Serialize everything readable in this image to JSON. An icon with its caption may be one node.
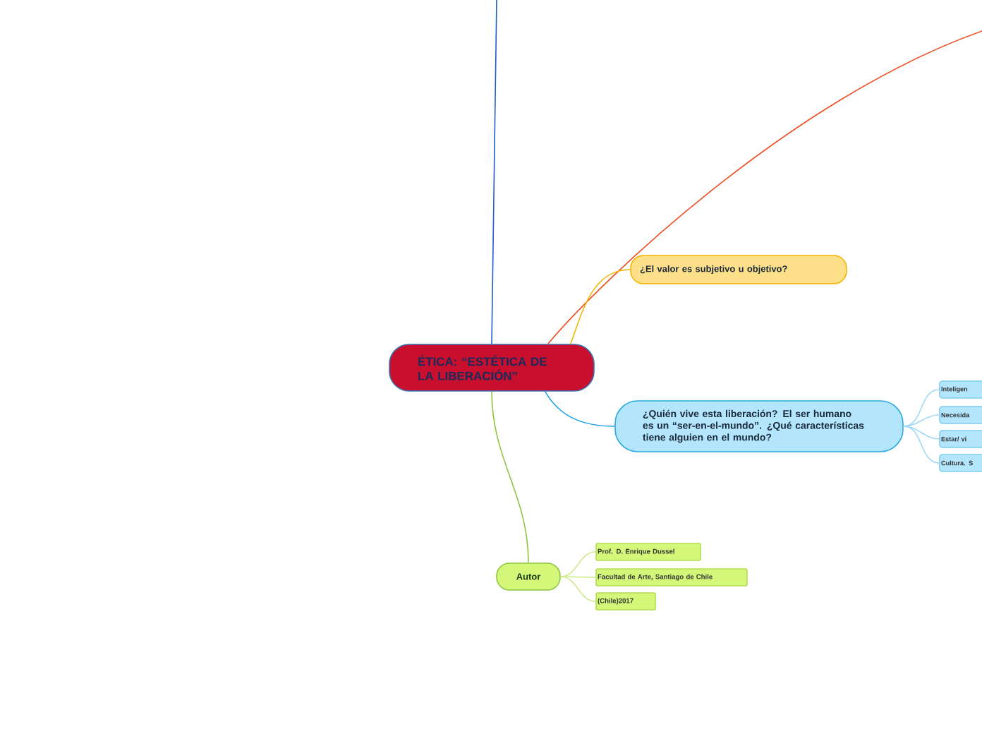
{
  "diagram": {
    "nodes": [
      {
        "text": [
          "ÉTICA: “ESTÉTICA DE LA LIBERACIÓN”"
        ]
      },
      {
        "text": [
          "¿El valor es subjetivo u objetivo?"
        ]
      },
      {
        "text": [
          "¿Quién vive esta liberación? El ser humano es un “ser-en-el-mundo”.  ¿Qué características tiene alguien en el mundo?"
        ]
      },
      {
        "text": [
          "Inteligen"
        ]
      },
      {
        "text": [
          "Necesida"
        ]
      },
      {
        "text": [
          "Estar/ vi"
        ]
      },
      {
        "text": [
          "Cultura. S"
        ]
      },
      {
        "text": [
          "Autor"
        ]
      },
      {
        "text": [
          "Prof. D. Enrique Dussel"
        ]
      },
      {
        "text": [
          "Facultad de Arte, Santiago de Chile"
        ]
      },
      {
        "text": [
          "(Chile)2017"
        ]
      }
    ],
    "edges": [
      {
        "from": 0,
        "to": null,
        "arrow": "none",
        "color": "#1f5fc8"
      },
      {
        "from": 0,
        "to": null,
        "arrow": "none",
        "color": "#f04e23"
      },
      {
        "from": 0,
        "to": 1,
        "arrow": "none",
        "color": "#f5b400"
      },
      {
        "from": 0,
        "to": 2,
        "arrow": "none",
        "color": "#1fa3e6"
      },
      {
        "from": 0,
        "to": 7,
        "arrow": "none",
        "color": "#8cc63f"
      },
      {
        "from": 2,
        "to": 3,
        "arrow": "none",
        "color": "#9fd9f5"
      },
      {
        "from": 2,
        "to": 4,
        "arrow": "none",
        "color": "#9fd9f5"
      },
      {
        "from": 2,
        "to": 5,
        "arrow": "none",
        "color": "#9fd9f5"
      },
      {
        "from": 2,
        "to": 6,
        "arrow": "none",
        "color": "#9fd9f5"
      },
      {
        "from": 7,
        "to": 8,
        "arrow": "none",
        "color": "#cdea8c"
      },
      {
        "from": 7,
        "to": 9,
        "arrow": "none",
        "color": "#cdea8c"
      },
      {
        "from": 7,
        "to": 10,
        "arrow": "none",
        "color": "#cdea8c"
      }
    ]
  }
}
